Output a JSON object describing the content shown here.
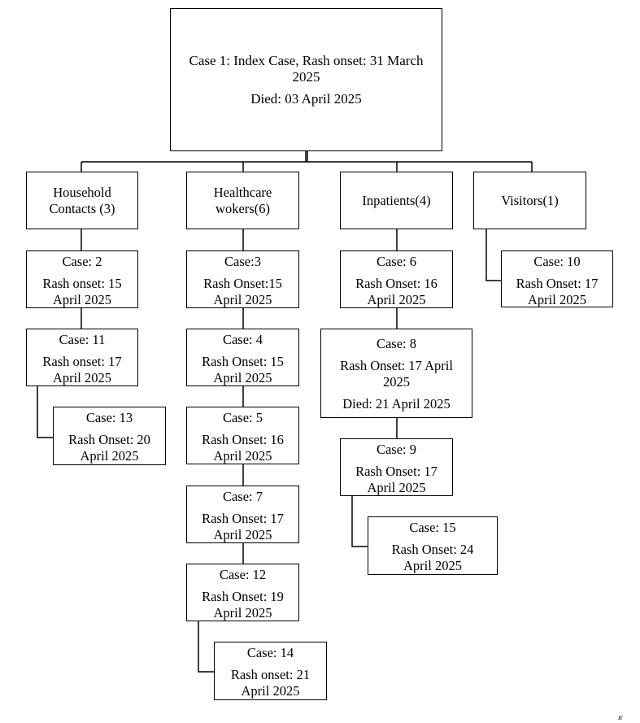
{
  "root": {
    "line1": "Case 1: Index Case, Rash onset: 31 March 2025",
    "line2": "Died: 03 April 2025"
  },
  "groups": {
    "household": "Household Contacts (3)",
    "healthcare": "Healthcare wokers(6)",
    "inpatients": "Inpatients(4)",
    "visitors": "Visitors(1)"
  },
  "cases": {
    "c2": {
      "title": "Case: 2",
      "onset": "Rash onset: 15 April 2025"
    },
    "c11": {
      "title": "Case: 11",
      "onset": "Rash onset: 17 April 2025"
    },
    "c13": {
      "title": "Case: 13",
      "onset": "Rash Onset: 20 April 2025"
    },
    "c3": {
      "title": "Case:3",
      "onset": "Rash Onset:15 April 2025"
    },
    "c4": {
      "title": "Case: 4",
      "onset": "Rash Onset: 15 April 2025"
    },
    "c5": {
      "title": "Case: 5",
      "onset": "Rash Onset: 16 April 2025"
    },
    "c7": {
      "title": "Case: 7",
      "onset": "Rash Onset: 17 April 2025"
    },
    "c12": {
      "title": "Case: 12",
      "onset": "Rash Onset: 19 April 2025"
    },
    "c14": {
      "title": "Case: 14",
      "onset": "Rash onset: 21 April 2025"
    },
    "c6": {
      "title": "Case: 6",
      "onset": "Rash Onset: 16 April 2025"
    },
    "c8": {
      "title": "Case: 8",
      "onset": "Rash Onset: 17 April 2025",
      "died": "Died: 21 April 2025"
    },
    "c9": {
      "title": "Case: 9",
      "onset": "Rash Onset: 17 April 2025"
    },
    "c15": {
      "title": "Case: 15",
      "onset": "Rash Onset: 24 April 2025"
    },
    "c10": {
      "title": "Case: 10",
      "onset": "Rash Onset: 17 April 2025"
    }
  },
  "corner_mark": "ᴊr"
}
